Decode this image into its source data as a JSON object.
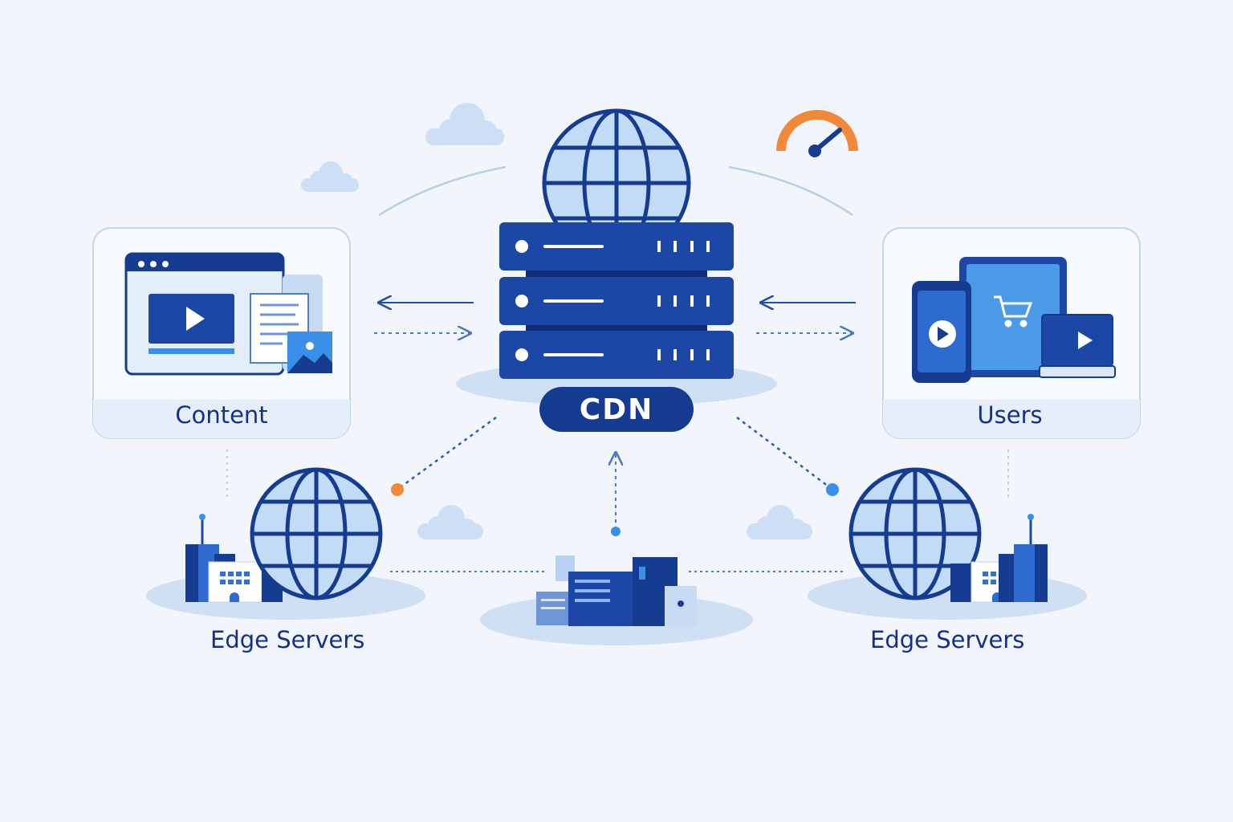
{
  "nodes": {
    "content": {
      "label": "Content"
    },
    "cdn": {
      "label": "CDN"
    },
    "users": {
      "label": "Users"
    },
    "edge_left": {
      "label": "Edge Servers"
    },
    "edge_right": {
      "label": "Edge Servers"
    }
  },
  "icons": {
    "content": [
      "browser-window-icon",
      "video-play-icon",
      "document-icon",
      "image-icon"
    ],
    "cdn": [
      "globe-icon",
      "server-rack-icon"
    ],
    "users": [
      "smartphone-icon",
      "tablet-icon",
      "shopping-cart-icon",
      "laptop-icon"
    ],
    "edge": [
      "globe-icon",
      "building-icon"
    ],
    "decor": [
      "cloud-icon",
      "speedometer-icon"
    ]
  },
  "colors": {
    "background": "#f2f6fc",
    "primary": "#163c91",
    "light": "#bcd6f5",
    "accent_orange": "#f08a3a",
    "accent_blue": "#3a8fe8"
  }
}
